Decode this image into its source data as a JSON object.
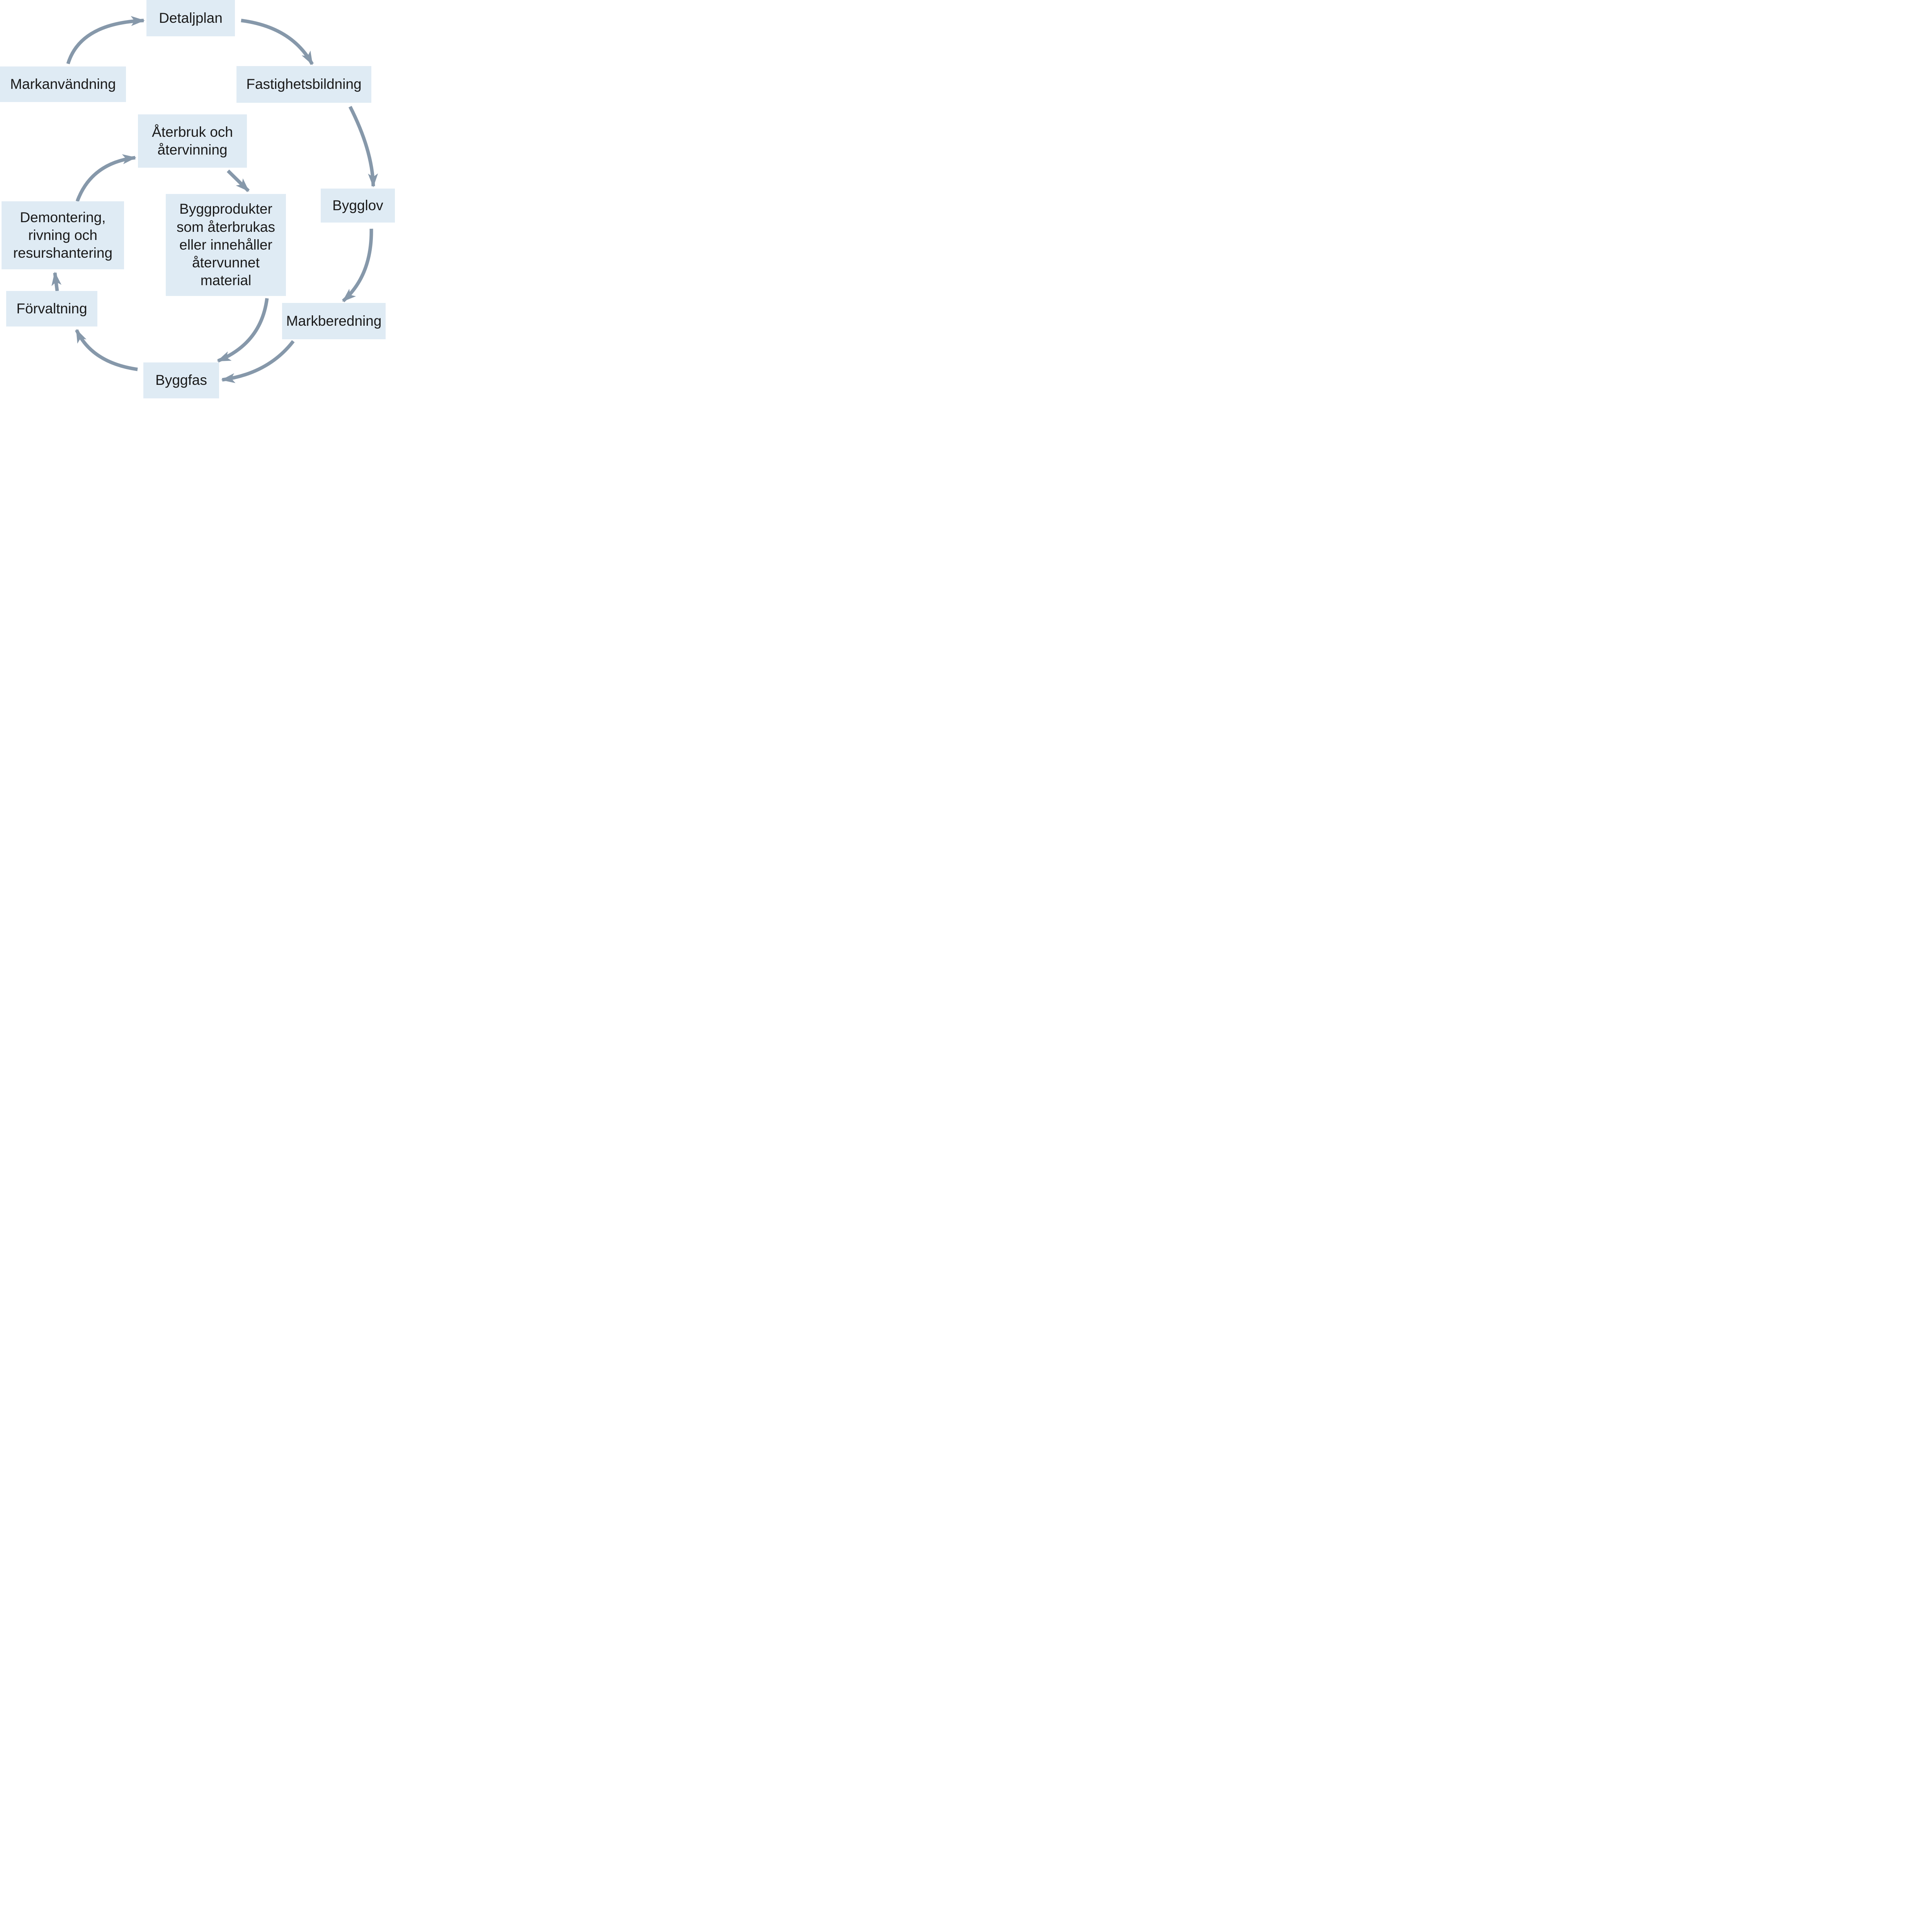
{
  "diagram": {
    "colors": {
      "box_fill": "#dfebf4",
      "arrow": "#8698aa",
      "text": "#1a1a1a",
      "background": "#ffffff"
    },
    "nodes": {
      "detaljplan": {
        "label": "Detaljplan",
        "lines": [
          "Detaljplan"
        ]
      },
      "fastighetsbildning": {
        "label": "Fastighetsbildning",
        "lines": [
          "Fastighetsbildning"
        ]
      },
      "bygglov": {
        "label": "Bygglov",
        "lines": [
          "Bygglov"
        ]
      },
      "markberedning": {
        "label": "Markberedning",
        "lines": [
          "Markberedning"
        ]
      },
      "byggfas": {
        "label": "Byggfas",
        "lines": [
          "Byggfas"
        ]
      },
      "forvaltning": {
        "label": "Förvaltning",
        "lines": [
          "Förvaltning"
        ]
      },
      "demontering": {
        "label": "Demontering, rivning och resurshantering",
        "lines": [
          "Demontering,",
          "rivning och",
          "resurshantering"
        ]
      },
      "markanvandning": {
        "label": "Markanvändning",
        "lines": [
          "Markanvändning"
        ]
      },
      "aterbruk": {
        "label": "Återbruk och återvinning",
        "lines": [
          "Återbruk och",
          "återvinning"
        ]
      },
      "byggprodukter": {
        "label": "Byggprodukter som återbrukas eller innehåller återvunnet material",
        "lines": [
          "Byggprodukter",
          "som återbrukas",
          "eller innehåller",
          "återvunnet",
          "material"
        ]
      }
    },
    "arrows": [
      {
        "from": "markanvandning",
        "to": "detaljplan"
      },
      {
        "from": "detaljplan",
        "to": "fastighetsbildning"
      },
      {
        "from": "fastighetsbildning",
        "to": "bygglov"
      },
      {
        "from": "bygglov",
        "to": "markberedning"
      },
      {
        "from": "markberedning",
        "to": "byggfas"
      },
      {
        "from": "byggfas",
        "to": "forvaltning"
      },
      {
        "from": "forvaltning",
        "to": "demontering"
      },
      {
        "from": "demontering",
        "to": "aterbruk"
      },
      {
        "from": "aterbruk",
        "to": "byggprodukter"
      },
      {
        "from": "byggprodukter",
        "to": "byggfas"
      }
    ]
  }
}
